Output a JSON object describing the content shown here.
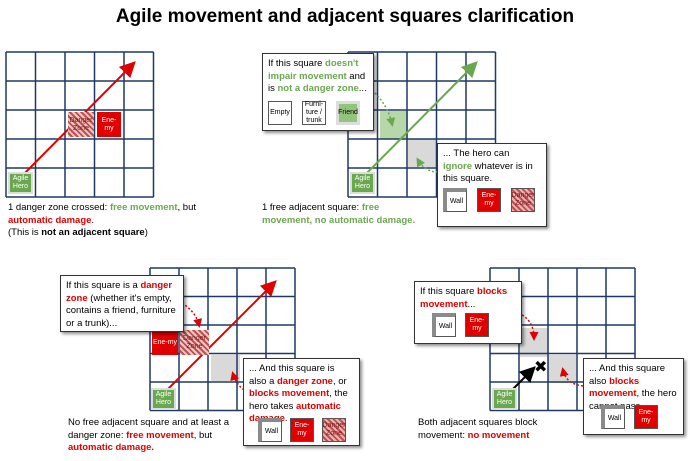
{
  "title": "Agile movement and adjacent squares clarification",
  "labels": {
    "agile_hero": "Agile Hero",
    "enemy": "Ene-my",
    "danger_zone": "Danger Zone",
    "wall": "Wall",
    "empty": "Empty",
    "furniture": "Furni-ture / trunk",
    "friend": "Friend"
  },
  "panel1": {
    "caption_1": "1 danger zone crossed: ",
    "caption_2": "free movement",
    "caption_3": ", but ",
    "caption_4": "automatic damage",
    "caption_5": ".",
    "caption_6": "(This is ",
    "caption_7": "not an adjacent square",
    "caption_8": ")"
  },
  "panel2": {
    "callout_top_1": "If this square ",
    "callout_top_2": "doesn't impair movement",
    "callout_top_3": " and is ",
    "callout_top_4": "not a danger zone",
    "callout_top_5": "...",
    "callout_bottom_1": "... The hero can ",
    "callout_bottom_2": "ignore",
    "callout_bottom_3": " whatever is in this square.",
    "caption_1": "1 free adjacent square: ",
    "caption_2": "free movement, no automatic damage."
  },
  "panel3": {
    "callout_top_1": "If this square is a ",
    "callout_top_2": "danger zone",
    "callout_top_3": " (whether it's empty, contains a friend, furniture or a trunk)...",
    "callout_bottom_1": "... And this square is also a ",
    "callout_bottom_2": "danger zone",
    "callout_bottom_3": ", or ",
    "callout_bottom_4": "blocks movement",
    "callout_bottom_5": ", the hero takes ",
    "callout_bottom_6": "automatic damage",
    "callout_bottom_7": ".",
    "caption_1": "No free adjacent square and at least a danger zone: ",
    "caption_2": "free movement",
    "caption_3": ", but ",
    "caption_4": "automatic damage."
  },
  "panel4": {
    "callout_top_1": "If this square ",
    "callout_top_2": "blocks movement",
    "callout_top_3": "...",
    "callout_bottom_1": "... And this square also ",
    "callout_bottom_2": "blocks movement",
    "callout_bottom_3": ", the hero cannot pass.",
    "caption_1": "Both adjacent squares block movement: ",
    "caption_2": "no movement"
  },
  "colors": {
    "grid": "#1f3864",
    "green": "#6aa84f",
    "red": "#e00000",
    "highlight_green": "#b6d7a8",
    "highlight_grey": "#d9d9d9"
  }
}
